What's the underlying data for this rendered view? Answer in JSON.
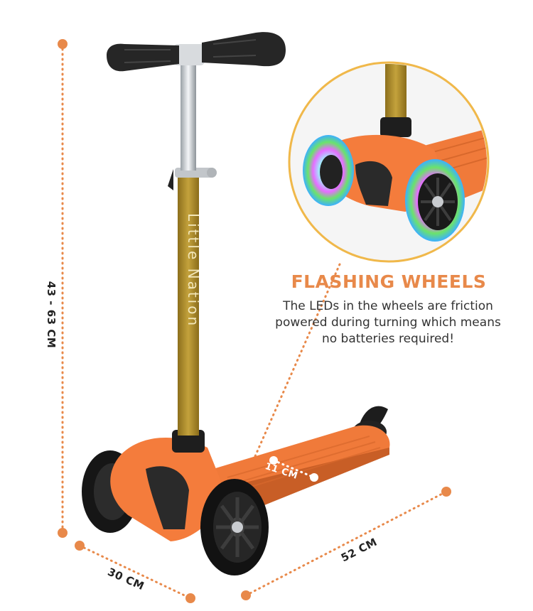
{
  "product": {
    "stem_brand": "Little Nation"
  },
  "dimensions": {
    "height": "43 - 63 CM",
    "width": "30 CM",
    "length": "52 CM",
    "deck_width": "11 CM"
  },
  "feature": {
    "title": "FLASHING WHEELS",
    "description_lines": [
      "The LEDs in the wheels are friction",
      "powered during turning which means",
      "no batteries required!"
    ]
  },
  "colors": {
    "accent_orange": "#e8894a",
    "deck_orange": "#f07a3a",
    "stem_gold": "#a8862a",
    "grip_black": "#2a2a2a",
    "circle_border": "#f0b84a"
  },
  "icons": [
    "led-wheel-icon",
    "scooter-illustration"
  ]
}
